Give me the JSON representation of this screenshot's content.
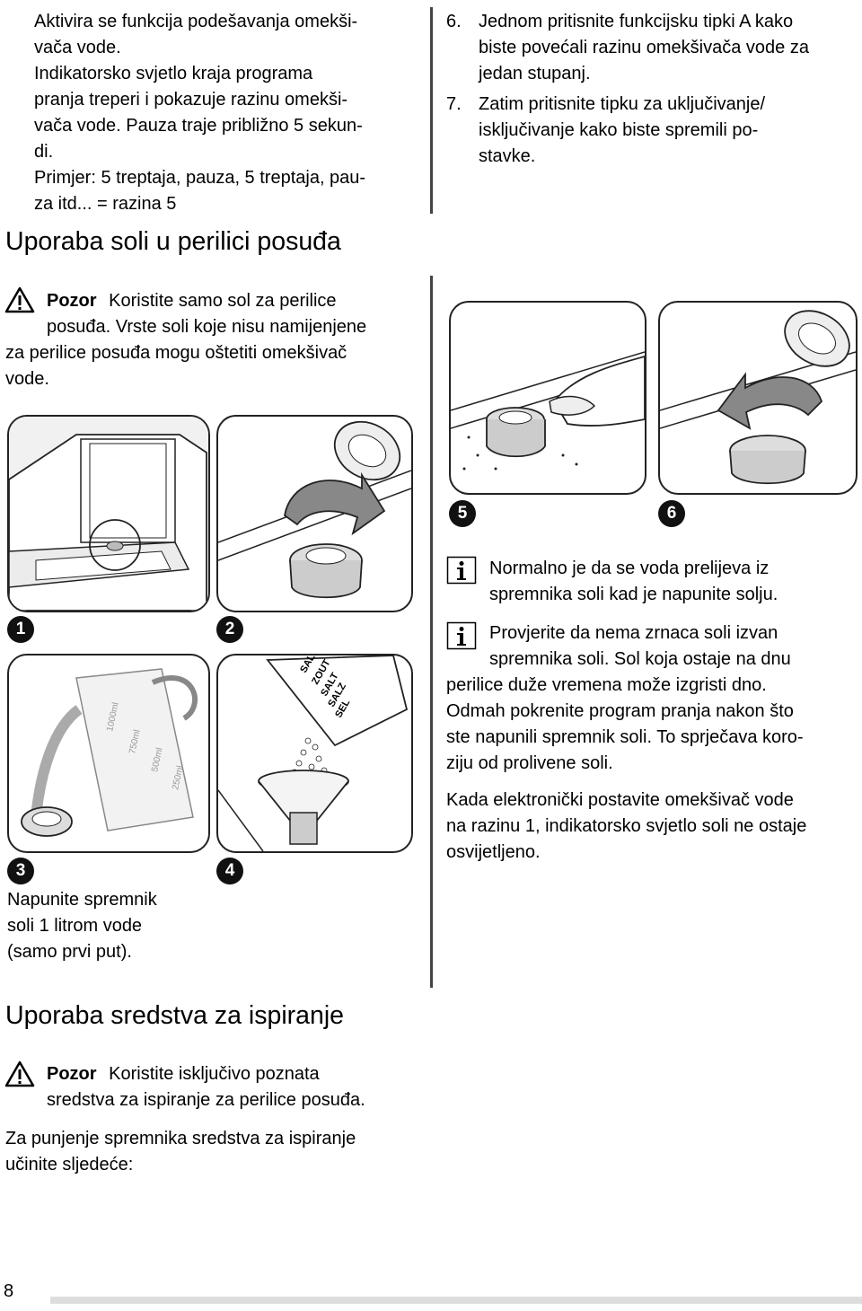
{
  "left_top": {
    "p1": "Aktivira se funkcija podešavanja omekši-",
    "p2": "vača vode.",
    "p3": "Indikatorsko svjetlo kraja programa",
    "p4": "pranja treperi i pokazuje razinu omekši-",
    "p5": "vača vode. Pauza traje približno 5 sekun-",
    "p6": "di.",
    "p7": "Primjer: 5 treptaja, pauza, 5 treptaja, pau-",
    "p8": "za itd... = razina 5"
  },
  "right_top": {
    "s6_num": "6.",
    "s6_l1": "Jednom pritisnite funkcijsku tipki A kako",
    "s6_l2": "biste povećali razinu omekšivača vode za",
    "s6_l3": "jedan stupanj.",
    "s7_num": "7.",
    "s7_l1": "Zatim pritisnite tipku za uključivanje/",
    "s7_l2": "isključivanje kako biste spremili po-",
    "s7_l3": "stavke."
  },
  "section_salt": {
    "heading": "Uporaba soli u perilici posuđa",
    "caution_label": "Pozor",
    "caution_l1": "Koristite samo sol za perilice",
    "caution_l2": "posuđa. Vrste soli koje nisu namijenjene",
    "caution_l3": "za perilice posuđa mogu oštetiti omekšivač",
    "caution_l4": "vode."
  },
  "figures": {
    "n1": "1",
    "n2": "2",
    "n3": "3",
    "n4": "4",
    "n5": "5",
    "n6": "6",
    "jug_1000": "1000ml",
    "jug_750": "750ml",
    "jug_500": "500ml",
    "jug_250": "250ml",
    "pack_1": "SALE",
    "pack_2": "ZOUT",
    "pack_3": "SALT",
    "pack_4": "SALZ",
    "pack_5": "SEL",
    "caption_l1": "Napunite spremnik",
    "caption_l2": "soli 1 litrom vode",
    "caption_l3": "(samo prvi put)."
  },
  "right_info": {
    "i1_l1": "Normalno je da se voda prelijeva iz",
    "i1_l2": "spremnika soli kad je napunite solju.",
    "i2_l1": "Provjerite da nema zrnaca soli izvan",
    "i2_l2": "spremnika soli. Sol koja ostaje na dnu",
    "i2_l3": "perilice duže vremena može izgristi dno.",
    "i2_l4": "Odmah pokrenite program pranja nakon što",
    "i2_l5": "ste napunili spremnik soli. To sprječava koro-",
    "i2_l6": "ziju od prolivene soli.",
    "p_l1": "Kada elektronički postavite omekšivač vode",
    "p_l2": "na razinu 1, indikatorsko svjetlo soli ne ostaje",
    "p_l3": "osvijetljeno."
  },
  "section_rinse": {
    "heading": "Uporaba sredstva za ispiranje",
    "caution_label": "Pozor",
    "caution_l1": "Koristite isključivo poznata",
    "caution_l2": "sredstva za ispiranje za perilice posuđa.",
    "body_l1": "Za punjenje spremnika sredstva za ispiranje",
    "body_l2": "učinite sljedeće:"
  },
  "footer": {
    "page_number": "8"
  },
  "icons": {
    "caution": "warning-triangle-icon",
    "info": "info-icon"
  }
}
